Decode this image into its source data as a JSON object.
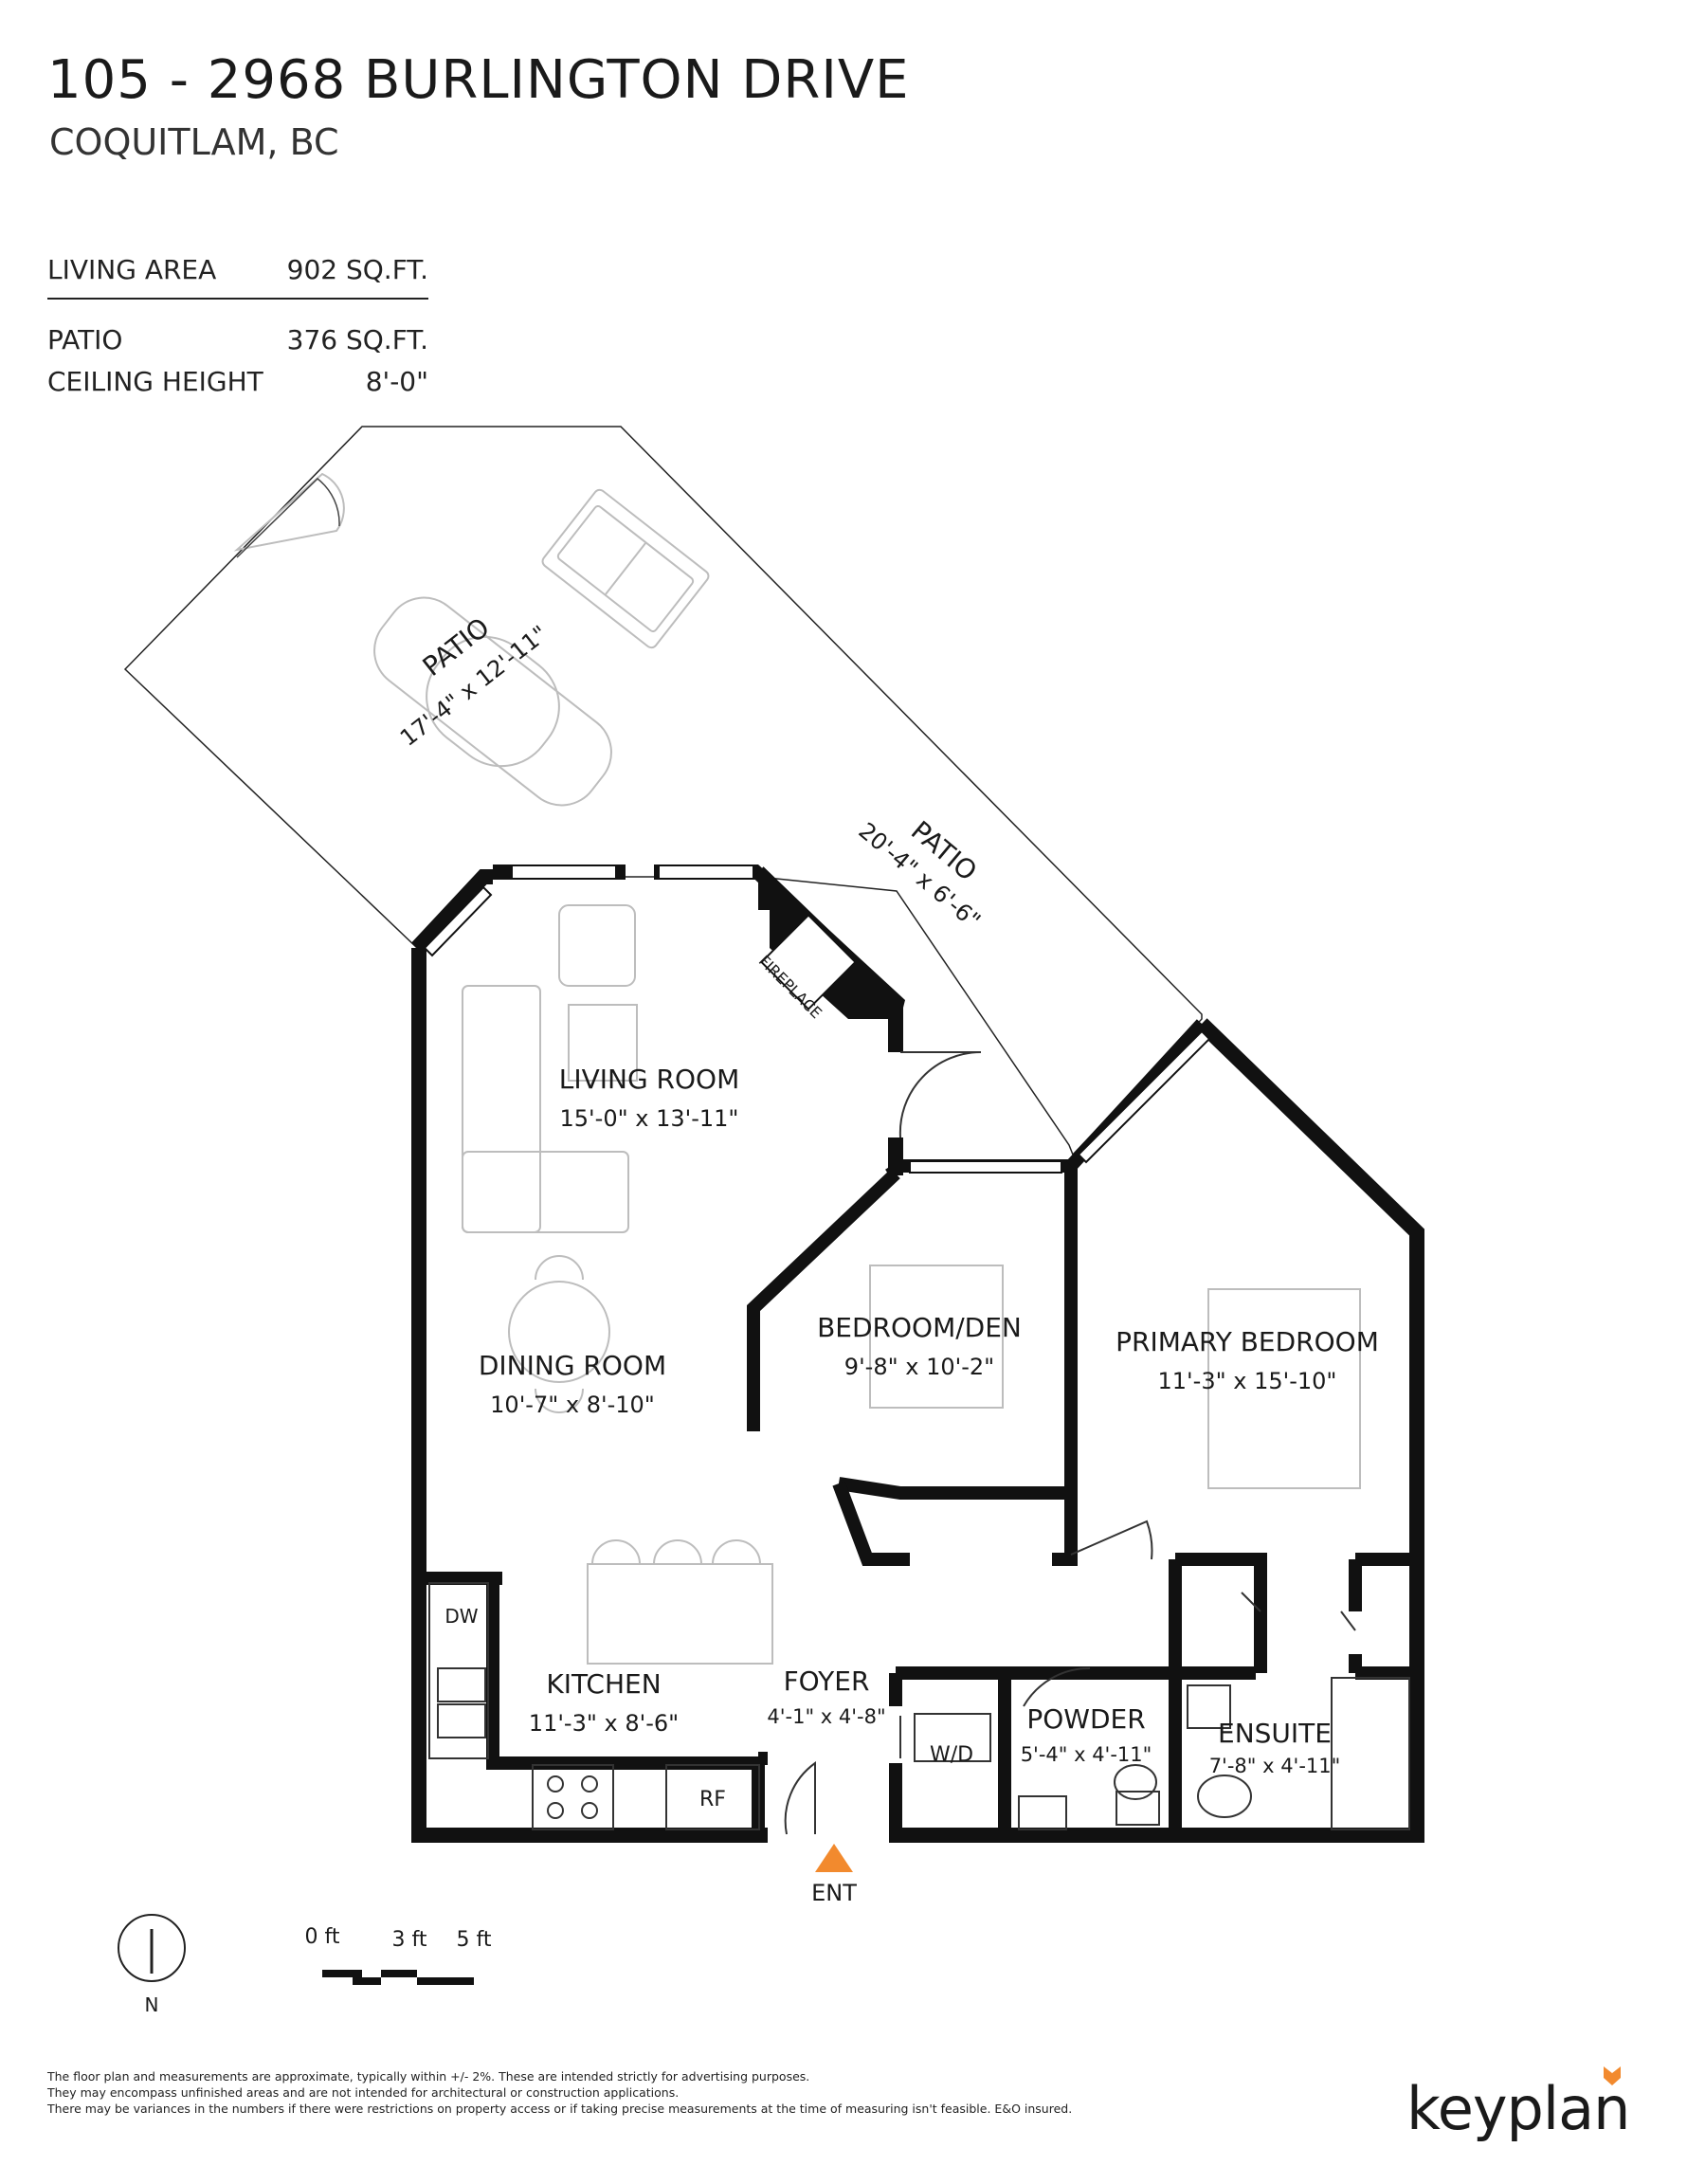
{
  "header": {
    "address": "105 - 2968 BURLINGTON DRIVE",
    "city": "COQUITLAM, BC"
  },
  "stats": {
    "living_area_label": "LIVING AREA",
    "living_area_value": "902 SQ.FT.",
    "patio_label": "PATIO",
    "patio_value": "376 SQ.FT.",
    "ceiling_label": "CEILING HEIGHT",
    "ceiling_value": "8'-0\""
  },
  "rooms": {
    "patio_upper": {
      "name": "PATIO",
      "dims": "17'-4\" x 12'-11\""
    },
    "patio_side": {
      "name": "PATIO",
      "dims": "20'-4\" x 6'-6\""
    },
    "fireplace": "FIREPLACE",
    "living": {
      "name": "LIVING ROOM",
      "dims": "15'-0\" x 13'-11\""
    },
    "dining": {
      "name": "DINING ROOM",
      "dims": "10'-7\" x 8'-10\""
    },
    "bedroom_den": {
      "name": "BEDROOM/DEN",
      "dims": "9'-8\" x 10'-2\""
    },
    "primary": {
      "name": "PRIMARY BEDROOM",
      "dims": "11'-3\" x 15'-10\""
    },
    "kitchen": {
      "name": "KITCHEN",
      "dims": "11'-3\" x 8'-6\""
    },
    "foyer": {
      "name": "FOYER",
      "dims": "4'-1\" x 4'-8\""
    },
    "powder": {
      "name": "POWDER",
      "dims": "5'-4\" x 4'-11\""
    },
    "ensuite": {
      "name": "ENSUITE",
      "dims": "7'-8\" x 4'-11\""
    }
  },
  "fixtures": {
    "dishwasher": "DW",
    "washer_dryer": "W/D",
    "fridge": "RF",
    "entrance": "ENT"
  },
  "compass": {
    "label": "N"
  },
  "scale": {
    "t0": "0 ft",
    "t3": "3 ft",
    "t5": "5 ft"
  },
  "footer": {
    "line1": "The floor plan and measurements are approximate, typically within +/- 2%. These are intended strictly for advertising purposes.",
    "line2": "They may encompass unfinished areas and are not intended for architectural or construction applications.",
    "line3": "There may be variances in the numbers if there were restrictions on property access or if taking precise measurements at the time of measuring isn't feasible. E&O insured.",
    "brand": "keyplan"
  },
  "colors": {
    "wall": "#111111",
    "accent": "#f28a2e",
    "furniture": "#bdbdbd"
  }
}
